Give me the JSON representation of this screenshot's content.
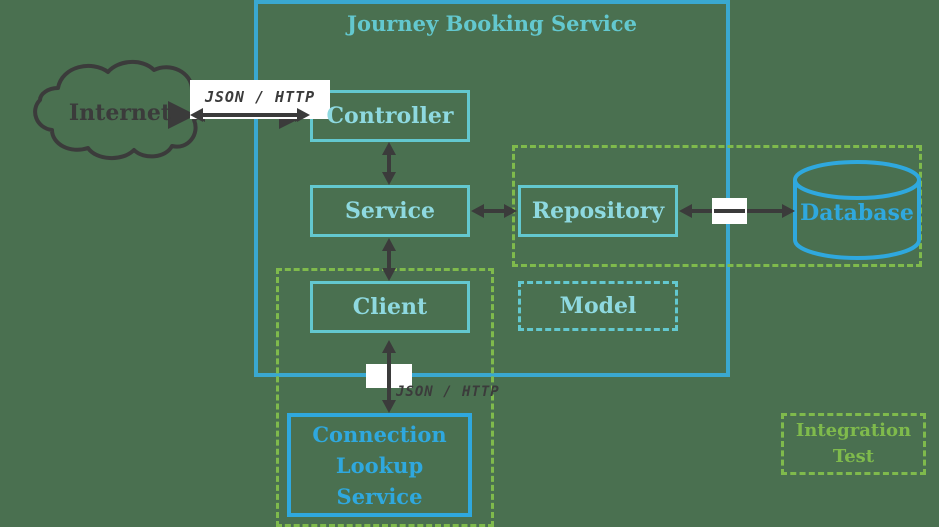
{
  "diagram": {
    "title": "Journey Booking Service",
    "background_color": "#4a7050",
    "colors": {
      "service_boundary": "#3aa8d0",
      "component_teal": "#63c8cf",
      "component_blue": "#2fa8de",
      "integration_green": "#7fba4c",
      "arrow": "#3b3b3b",
      "cloud": "#3b3b3b",
      "mask_white": "#ffffff"
    },
    "nodes": {
      "internet": {
        "label": "Internet",
        "shape": "cloud"
      },
      "controller": {
        "label": "Controller",
        "shape": "rect"
      },
      "service": {
        "label": "Service",
        "shape": "rect"
      },
      "client": {
        "label": "Client",
        "shape": "rect"
      },
      "repository": {
        "label": "Repository",
        "shape": "rect"
      },
      "model": {
        "label": "Model",
        "shape": "rect-dashed"
      },
      "database": {
        "label": "Database",
        "shape": "cylinder"
      },
      "connection_lookup_service": {
        "label": "Connection\nLookup\nService",
        "shape": "rect"
      }
    },
    "edge_labels": {
      "internet_controller": "JSON / HTTP",
      "client_lookup": "JSON / HTTP"
    },
    "legend": {
      "integration_test": "Integration\nTest"
    }
  }
}
